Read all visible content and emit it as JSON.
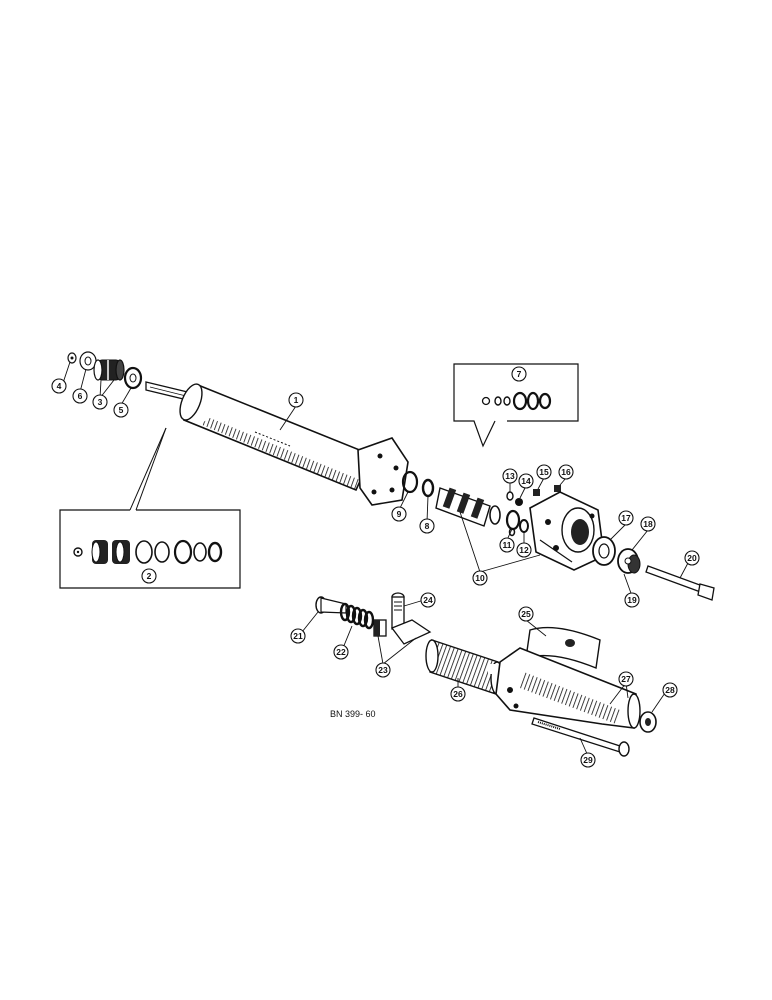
{
  "drawing": {
    "code": "BN 399- 60"
  },
  "callouts": [
    {
      "id": "c1",
      "num": "1",
      "part": "cylinder-tube"
    },
    {
      "id": "c2",
      "num": "2",
      "part": "piston-seal-kit"
    },
    {
      "id": "c3",
      "num": "3",
      "part": "piston"
    },
    {
      "id": "c4",
      "num": "4",
      "part": "rod-nut"
    },
    {
      "id": "c5",
      "num": "5",
      "part": "washer"
    },
    {
      "id": "c6",
      "num": "6",
      "part": "nut"
    },
    {
      "id": "c7",
      "num": "7",
      "part": "valve-seal-kit"
    },
    {
      "id": "c8",
      "num": "8",
      "part": "seal"
    },
    {
      "id": "c9",
      "num": "9",
      "part": "o-ring"
    },
    {
      "id": "c10",
      "num": "10",
      "part": "valve-body"
    },
    {
      "id": "c11",
      "num": "11",
      "part": "o-ring"
    },
    {
      "id": "c12",
      "num": "12",
      "part": "o-ring"
    },
    {
      "id": "c13",
      "num": "13",
      "part": "spring"
    },
    {
      "id": "c14",
      "num": "14",
      "part": "ball"
    },
    {
      "id": "c15",
      "num": "15",
      "part": "plug"
    },
    {
      "id": "c16",
      "num": "16",
      "part": "plug"
    },
    {
      "id": "c17",
      "num": "17",
      "part": "gasket"
    },
    {
      "id": "c18",
      "num": "18",
      "part": "cap"
    },
    {
      "id": "c19",
      "num": "19",
      "part": "screw"
    },
    {
      "id": "c20",
      "num": "20",
      "part": "bolt"
    },
    {
      "id": "c21",
      "num": "21",
      "part": "pin"
    },
    {
      "id": "c22",
      "num": "22",
      "part": "spring"
    },
    {
      "id": "c23",
      "num": "23",
      "part": "block"
    },
    {
      "id": "c24",
      "num": "24",
      "part": "stud"
    },
    {
      "id": "c25",
      "num": "25",
      "part": "shield"
    },
    {
      "id": "c26",
      "num": "26",
      "part": "sleeve"
    },
    {
      "id": "c27",
      "num": "27",
      "part": "housing"
    },
    {
      "id": "c28",
      "num": "28",
      "part": "nut"
    },
    {
      "id": "c29",
      "num": "29",
      "part": "bolt"
    }
  ]
}
